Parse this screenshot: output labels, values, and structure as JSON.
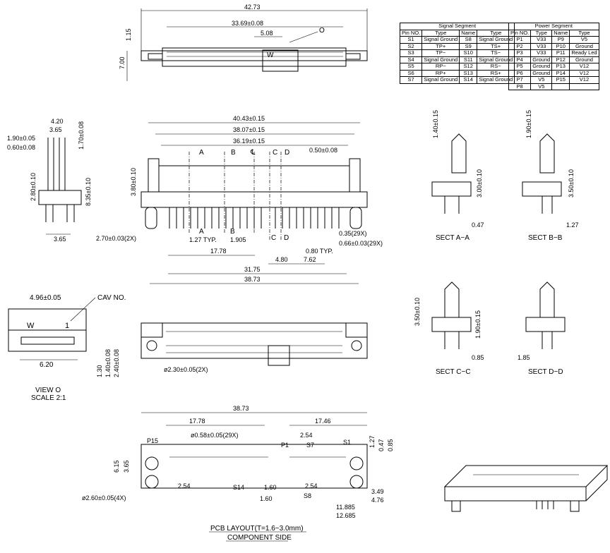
{
  "signal_segment": {
    "title": "Signal Segment",
    "headers": [
      "Pin NO.",
      "Type",
      "Name",
      "Type"
    ],
    "rows": [
      [
        "S1",
        "Signal Ground",
        "S8",
        "Signal Ground"
      ],
      [
        "S2",
        "TP+",
        "S9",
        "TS+"
      ],
      [
        "S3",
        "TP−",
        "S10",
        "TS−"
      ],
      [
        "S4",
        "Signal Ground",
        "S11",
        "Signal Ground"
      ],
      [
        "S5",
        "RP−",
        "S12",
        "RS−"
      ],
      [
        "S6",
        "RP+",
        "S13",
        "RS+"
      ],
      [
        "S7",
        "Signal Ground",
        "S14",
        "Signal Ground"
      ]
    ]
  },
  "power_segment": {
    "title": "Power Segment",
    "headers": [
      "Pin NO.",
      "Type",
      "Name",
      "Type"
    ],
    "rows": [
      [
        "P1",
        "V33",
        "P9",
        "V5"
      ],
      [
        "P2",
        "V33",
        "P10",
        "Ground"
      ],
      [
        "P3",
        "V33",
        "P11",
        "Ready Led"
      ],
      [
        "P4",
        "Ground",
        "P12",
        "Ground"
      ],
      [
        "P5",
        "Ground",
        "P13",
        "V12"
      ],
      [
        "P6",
        "Ground",
        "P14",
        "V12"
      ],
      [
        "P7",
        "V5",
        "P15",
        "V12"
      ],
      [
        "P8",
        "V5",
        "",
        ""
      ]
    ]
  },
  "top_view": {
    "w_4273": "42.73",
    "w_3369": "33.69±0.08",
    "w_508": "5.08",
    "view_marker": "O",
    "h_115": "1.15",
    "h_700": "7.00",
    "w_mark": "W"
  },
  "side_view": {
    "d_420": "4.20",
    "d_365a": "3.65",
    "d_190": "1.90±0.05",
    "d_060": "0.60±0.08",
    "d_170": "1.70±0.08",
    "d_280": "2.80±0.10",
    "d_835": "8.35±0.10",
    "d_365b": "3.65"
  },
  "front_view": {
    "d_4043": "40.43±0.15",
    "d_3807": "38.07±0.15",
    "d_3619": "36.19±0.15",
    "d_050": "0.50±0.08",
    "cut_a": "A",
    "cut_b": "B",
    "cut_cl": "℄",
    "cut_c": "C",
    "cut_d": "D",
    "d_380": "3.80±0.10",
    "d_270": "2.70±0.03(2X)",
    "d_127": "1.27 TYP.",
    "d_1905": "1.905",
    "d_035": "0.35(29X)",
    "d_066": "0.66±0.03(29X)",
    "d_1778": "17.78",
    "d_080": "0.80 TYP.",
    "d_480": "4.80",
    "d_762": "7.62",
    "d_3175": "31.75",
    "d_3873": "38.73"
  },
  "sections": {
    "aa": {
      "d1": "1.40±0.15",
      "d2": "3.00±0.10",
      "d3": "0.47",
      "label": "SECT A−A"
    },
    "bb": {
      "d1": "1.90±0.15",
      "d2": "3.50±0.10",
      "d3": "1.27",
      "label": "SECT B−B"
    },
    "cc": {
      "d1": "3.50±0.10",
      "d2": "1.90±0.15",
      "d3": "0.85",
      "label": "SECT C−C"
    },
    "dd": {
      "d3": "1.85",
      "label": "SECT D−D"
    }
  },
  "view_o": {
    "d_496": "4.96±0.05",
    "cav": "CAV NO.",
    "w": "W",
    "one": "1",
    "d_620": "6.20",
    "d_130": "1.30",
    "d_140": "1.40±0.08",
    "d_240": "2.40±0.08",
    "title": "VIEW O",
    "scale": "SCALE 2:1"
  },
  "bottom_view": {
    "d_230": "ø2.30±0.05(2X)"
  },
  "pcb": {
    "d_3873": "38.73",
    "d_1778": "17.78",
    "d_1746": "17.46",
    "p15": "P15",
    "d_058": "ø0.58±0.05(29X)",
    "p1": "P1",
    "d_254a": "2.54",
    "s7": "S7",
    "s1": "S1",
    "d_127": "1.27",
    "d_047": "0.47",
    "d_085": "0.85",
    "d_615": "6.15",
    "d_365": "3.65",
    "d_254b": "2.54",
    "s14": "S14",
    "d_160a": "1.60",
    "d_160b": "1.60",
    "s8": "S8",
    "d_254c": "2.54",
    "d_349": "3.49",
    "d_476": "4.76",
    "d_11885": "11.885",
    "d_12685": "12.685",
    "d_260": "ø2.60±0.05(4X)",
    "title": "PCB LAYOUT(T=1.6~3.0mm)",
    "subtitle": "COMPONENT SIDE"
  }
}
